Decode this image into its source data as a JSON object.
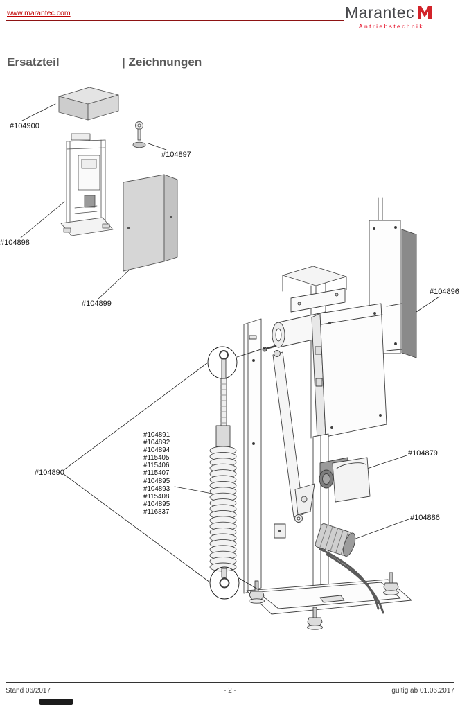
{
  "header": {
    "website": "www.marantec.com",
    "brand": "Marantec",
    "brand_sub": "Antriebstechnik"
  },
  "title": {
    "left": "Ersatzteil",
    "right": "| Zeichnungen"
  },
  "labels": {
    "part_104900": "#104900",
    "part_104897": "#104897",
    "part_104898": "#104898",
    "part_104899": "#104899",
    "part_104896": "#104896",
    "part_104890": "#104890",
    "part_104879": "#104879",
    "part_104886": "#104886",
    "spring_parts": [
      "#104891",
      "#104892",
      "#104894",
      "#115405",
      "#115406",
      "#115407",
      "#104895",
      "#104893",
      "#115408",
      "#104895",
      "#116837"
    ]
  },
  "footer": {
    "left": "Stand 06/2017",
    "center": "- 2 -",
    "right": "gültig ab 01.06.2017"
  },
  "colors": {
    "link_red": "#c00000",
    "rule_red": "#8e1313",
    "logo_red": "#d2232a",
    "brand_sub_red": "#e2001a",
    "title_gray": "#595959",
    "dark_panel_gray": "#8a8a8a"
  }
}
